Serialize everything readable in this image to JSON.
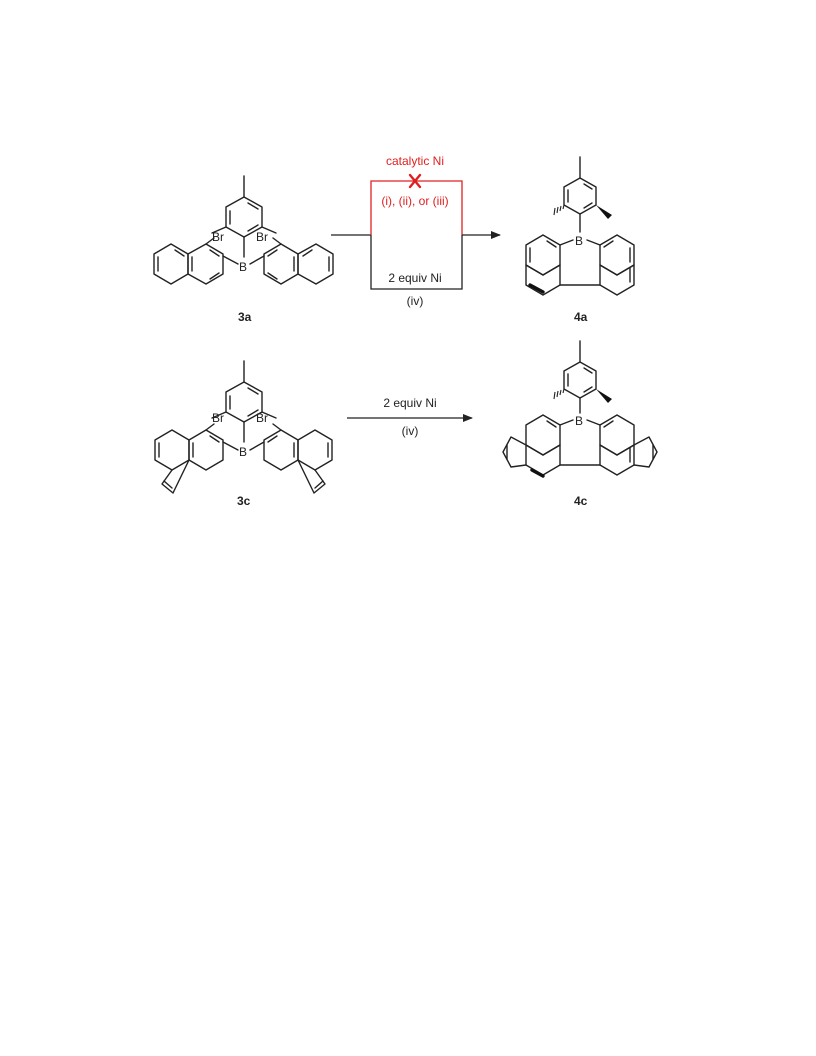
{
  "reaction_1": {
    "reactant_label": "3a",
    "product_label": "4a",
    "top_condition": "catalytic Ni",
    "top_subconditions": "(i), (ii), or (iii)",
    "bottom_condition": "2 equiv Ni",
    "bottom_subcondition": "(iv)",
    "failed_mark": "X"
  },
  "reaction_2": {
    "reactant_label": "3c",
    "product_label": "4c",
    "condition": "2 equiv Ni",
    "subcondition": "(iv)"
  },
  "atoms": {
    "bromine": "Br",
    "boron": "B"
  },
  "colors": {
    "failed": "#e02020",
    "bonds": "#222222"
  }
}
